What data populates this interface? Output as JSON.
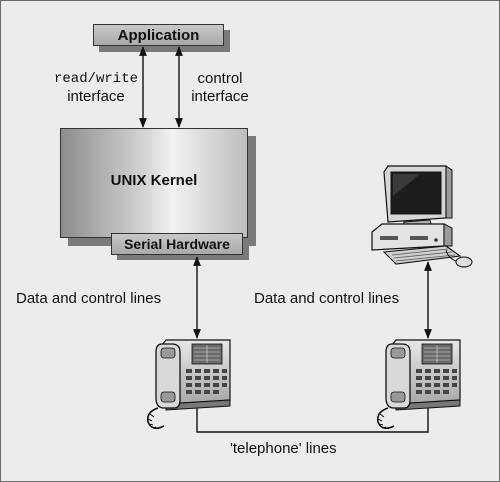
{
  "application": {
    "label": "Application"
  },
  "kernel": {
    "label": "UNIX Kernel"
  },
  "serial": {
    "label": "Serial Hardware"
  },
  "rw_interface": {
    "line1": "read/write",
    "line2": "interface"
  },
  "control_interface": {
    "line1": "control",
    "line2": "interface"
  },
  "left_lines_label": "Data and control lines",
  "right_lines_label": "Data and control lines",
  "telephone_label": "'telephone' lines",
  "icons": [
    "telephone-icon",
    "telephone-icon",
    "computer-icon"
  ]
}
